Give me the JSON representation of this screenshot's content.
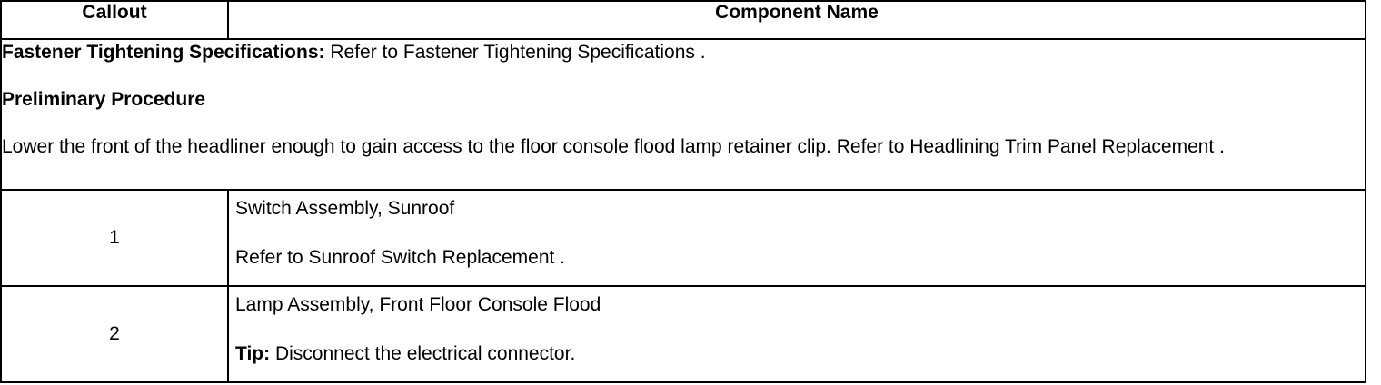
{
  "header": {
    "callout": "Callout",
    "component_name": "Component Name"
  },
  "intro": {
    "fastener_label": "Fastener Tightening Specifications:",
    "fastener_text": " Refer to Fastener Tightening Specifications .",
    "preliminary_heading": "Preliminary Procedure",
    "preliminary_text": "Lower the front of the headliner enough to gain access to the floor console flood lamp retainer clip. Refer to Headlining Trim Panel Replacement ."
  },
  "rows": [
    {
      "callout": "1",
      "name": "Switch Assembly, Sunroof",
      "note_label": "",
      "note": "Refer to Sunroof Switch Replacement ."
    },
    {
      "callout": "2",
      "name": "Lamp Assembly, Front Floor Console Flood",
      "note_label": "Tip:",
      "note": " Disconnect the electrical connector."
    }
  ]
}
